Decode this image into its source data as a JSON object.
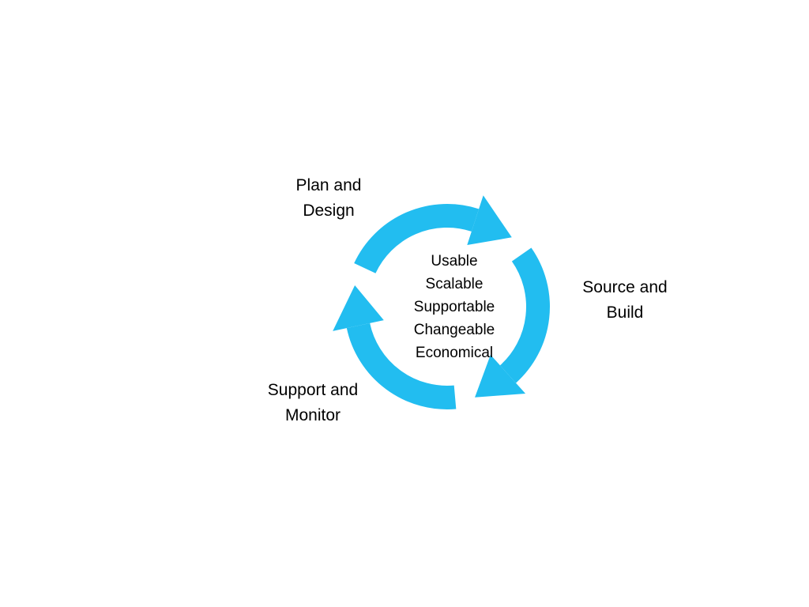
{
  "slide": {
    "background": "#FFFFFF",
    "text_color": "#000000"
  },
  "diagram": {
    "arrow_color": "#22BDF0",
    "center_items": [
      "Usable",
      "Scalable",
      "Supportable",
      "Changeable",
      "Economical"
    ],
    "labels": [
      {
        "line1": "Plan and",
        "line2": "Design"
      },
      {
        "line1": "Source and",
        "line2": "Build"
      },
      {
        "line1": "Support and",
        "line2": "Monitor"
      }
    ]
  }
}
